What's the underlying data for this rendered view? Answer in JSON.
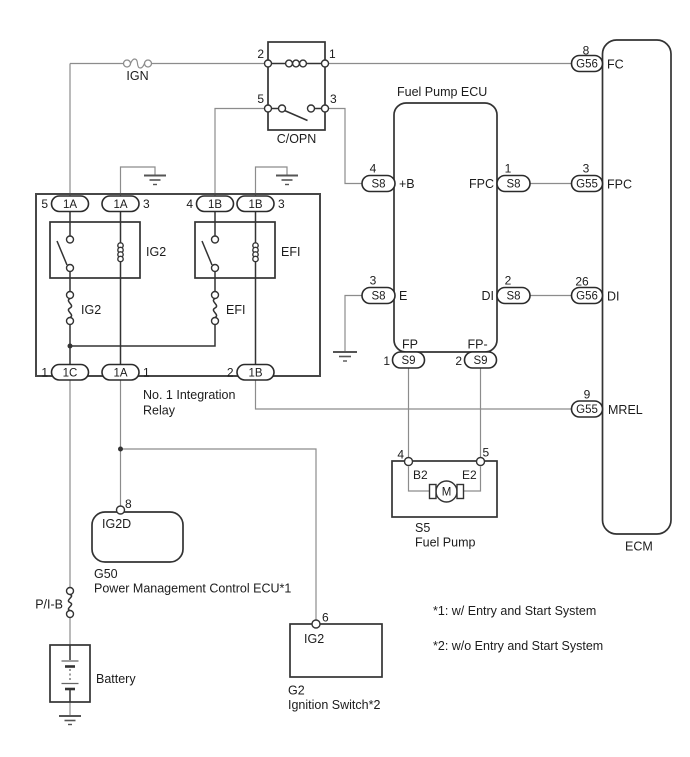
{
  "colors": {
    "wire": "#8c8c8c",
    "component": "#333333",
    "text": "#1c1c1c",
    "background": "#ffffff"
  },
  "ign_fuse": {
    "label": "IGN"
  },
  "copn_relay": {
    "label": "C/OPN",
    "pin_coil_left": "2",
    "pin_coil_right": "1",
    "pin_switch_left": "5",
    "pin_switch_right": "3"
  },
  "integration_relay": {
    "name_line1": "No. 1 Integration",
    "name_line2": "Relay",
    "ig2_relay_label": "IG2",
    "efi_relay_label": "EFI",
    "ig2_fuse_label": "IG2",
    "efi_fuse_label": "EFI",
    "top_pins": [
      {
        "num": "5",
        "conn": "1A"
      },
      {
        "num": "3",
        "conn": "1A"
      },
      {
        "num": "4",
        "conn": "1B"
      },
      {
        "num": "3",
        "conn": "1B"
      }
    ],
    "bottom_pins": [
      {
        "num": "1",
        "conn": "1C"
      },
      {
        "num": "1",
        "conn": "1A"
      },
      {
        "num": "2",
        "conn": "1B"
      }
    ]
  },
  "fuel_pump_ecu": {
    "label": "Fuel Pump ECU",
    "pin_plus_b": {
      "num": "4",
      "conn": "S8",
      "name": "+B"
    },
    "pin_e": {
      "num": "3",
      "conn": "S8",
      "name": "E"
    },
    "pin_fpc": {
      "num": "1",
      "conn": "S8",
      "name": "FPC"
    },
    "pin_di": {
      "num": "2",
      "conn": "S8",
      "name": "DI"
    },
    "pin_fp": {
      "num": "1",
      "conn": "S9",
      "name": "FP"
    },
    "pin_fp_minus": {
      "num": "2",
      "conn": "S9",
      "name": "FP-"
    }
  },
  "ecm": {
    "label": "ECM",
    "pin_fc": {
      "num": "8",
      "conn": "G56",
      "name": "FC"
    },
    "pin_fpc": {
      "num": "3",
      "conn": "G55",
      "name": "FPC"
    },
    "pin_di": {
      "num": "26",
      "conn": "G56",
      "name": "DI"
    },
    "pin_mrel": {
      "num": "9",
      "conn": "G55",
      "name": "MREL"
    }
  },
  "fuel_pump": {
    "code": "S5",
    "label": "Fuel Pump",
    "pin_b2_num": "4",
    "pin_b2_name": "B2",
    "pin_e2_num": "5",
    "pin_e2_name": "E2",
    "motor_label": "M"
  },
  "g50_ecu": {
    "pin_num": "8",
    "terminal": "IG2D",
    "code": "G50",
    "label": "Power Management Control ECU*1"
  },
  "g2_switch": {
    "pin_num": "6",
    "terminal": "IG2",
    "code": "G2",
    "label": "Ignition Switch*2"
  },
  "pib_fuse": {
    "label": "P/I-B"
  },
  "battery": {
    "label": "Battery"
  },
  "notes": {
    "note1": "*1: w/ Entry and Start System",
    "note2": "*2: w/o Entry and Start System"
  }
}
